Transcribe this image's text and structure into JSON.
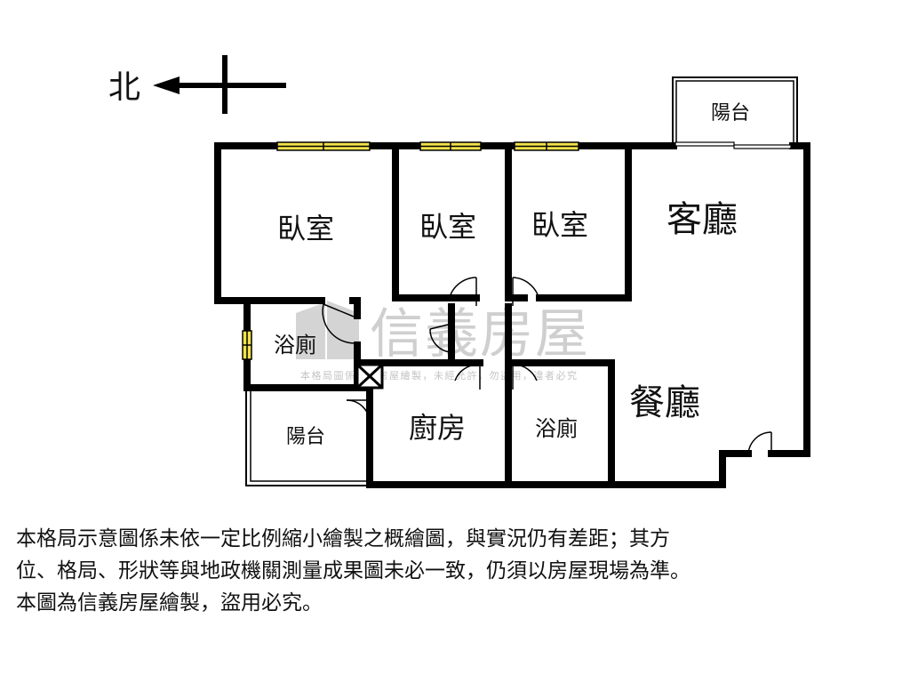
{
  "compass": {
    "label": "北"
  },
  "rooms": {
    "bedroom_left": "臥室",
    "bedroom_mid": "臥室",
    "bedroom_right": "臥室",
    "living_room": "客廳",
    "dining_room": "餐廳",
    "kitchen": "廚房",
    "bathroom_left": "浴廁",
    "bathroom_right": "浴廁",
    "balcony_top": "陽台",
    "balcony_left": "陽台"
  },
  "watermark": {
    "brand": "信義房屋",
    "notice": "本格局圖係信義房屋繪製，未經允許，勿盜用，違者必究"
  },
  "colors": {
    "wall": "#000000",
    "window": "#f2e24a",
    "watermark": "#cfcfcf"
  },
  "disclaimer": {
    "line1": "本格局示意圖係未依一定比例縮小繪製之概繪圖，與實況仍有差距；其方",
    "line2": "位、格局、形狀等與地政機關測量成果圖未必一致，仍須以房屋現場為準。",
    "line3": "本圖為信義房屋繪製，盜用必究。"
  }
}
